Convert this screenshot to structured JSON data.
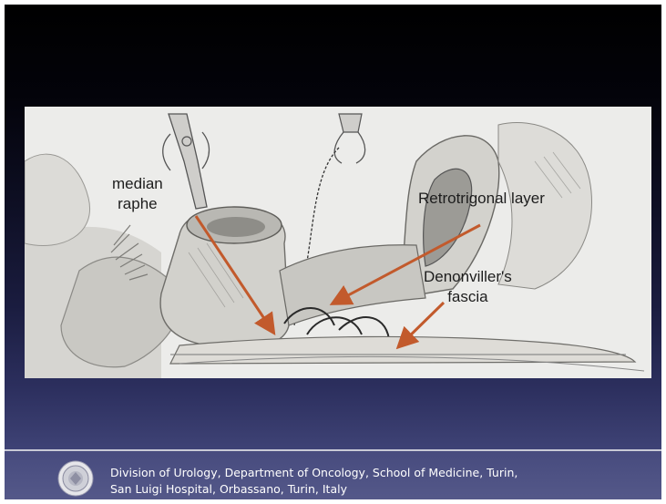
{
  "slide": {
    "labels": {
      "median_raphe_line1": "median",
      "median_raphe_line2": "raphe",
      "retrotrigonal": "Retrotrigonal layer",
      "denonvillers_line1": "Denonviller's",
      "denonvillers_line2": "fascia"
    },
    "footer": {
      "line1": "Division of Urology, Department of Oncology, School of Medicine, Turin,",
      "line2": "San Luigi Hospital, Orbassano, Turin, Italy"
    },
    "colors": {
      "arrow": "#c25a2c",
      "footer_bg": "#4b4f82",
      "illustration_bg": "#ececea"
    },
    "icons": [
      "university-seal-icon"
    ]
  }
}
